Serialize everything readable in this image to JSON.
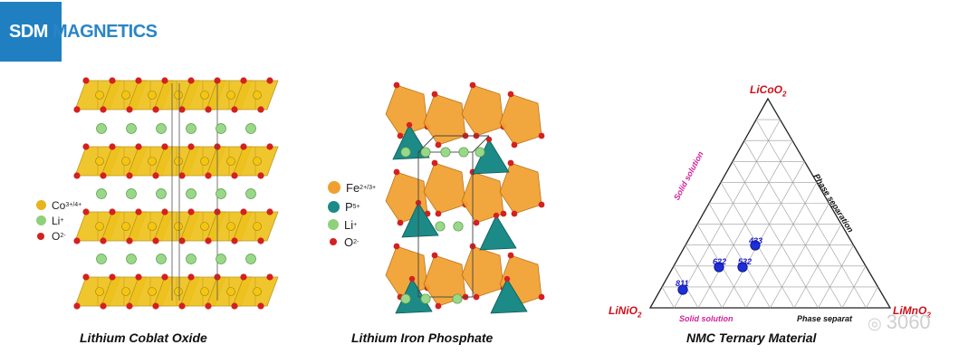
{
  "brand": {
    "prefix": "SDM",
    "suffix": " MAGNETICS"
  },
  "panels": {
    "lco": {
      "caption": "Lithium Coblat Oxide",
      "legend": [
        {
          "ion": "Co",
          "charge": "3+/4+",
          "color": "#e6b41c"
        },
        {
          "ion": "Li",
          "charge": "+",
          "color": "#8fd07a"
        },
        {
          "ion": "O",
          "charge": "2-",
          "color": "#d42020"
        }
      ]
    },
    "lfp": {
      "caption": "Lithium Iron Phosphate",
      "legend": [
        {
          "ion": "Fe",
          "charge": "2+/3+",
          "color": "#f0a030"
        },
        {
          "ion": "P",
          "charge": "5+",
          "color": "#1c8a86"
        },
        {
          "ion": "Li",
          "charge": "+",
          "color": "#8fd07a"
        },
        {
          "ion": "O",
          "charge": "2-",
          "color": "#d42020"
        }
      ]
    },
    "nmc": {
      "caption": "NMC Ternary Material",
      "vertices": {
        "top": {
          "base": "LiCoO",
          "sub": "2"
        },
        "left": {
          "base": "LiNiO",
          "sub": "2"
        },
        "right": {
          "base": "LiMnO",
          "sub": "2"
        }
      },
      "edge_labels": {
        "left": "Solid solution",
        "right": "Phase separation",
        "bottom_left": "Solid solution",
        "bottom_right": "Phase separat"
      },
      "points": [
        {
          "label": "433"
        },
        {
          "label": "622"
        },
        {
          "label": "532"
        },
        {
          "label": "811"
        }
      ]
    }
  },
  "watermark": "3060"
}
